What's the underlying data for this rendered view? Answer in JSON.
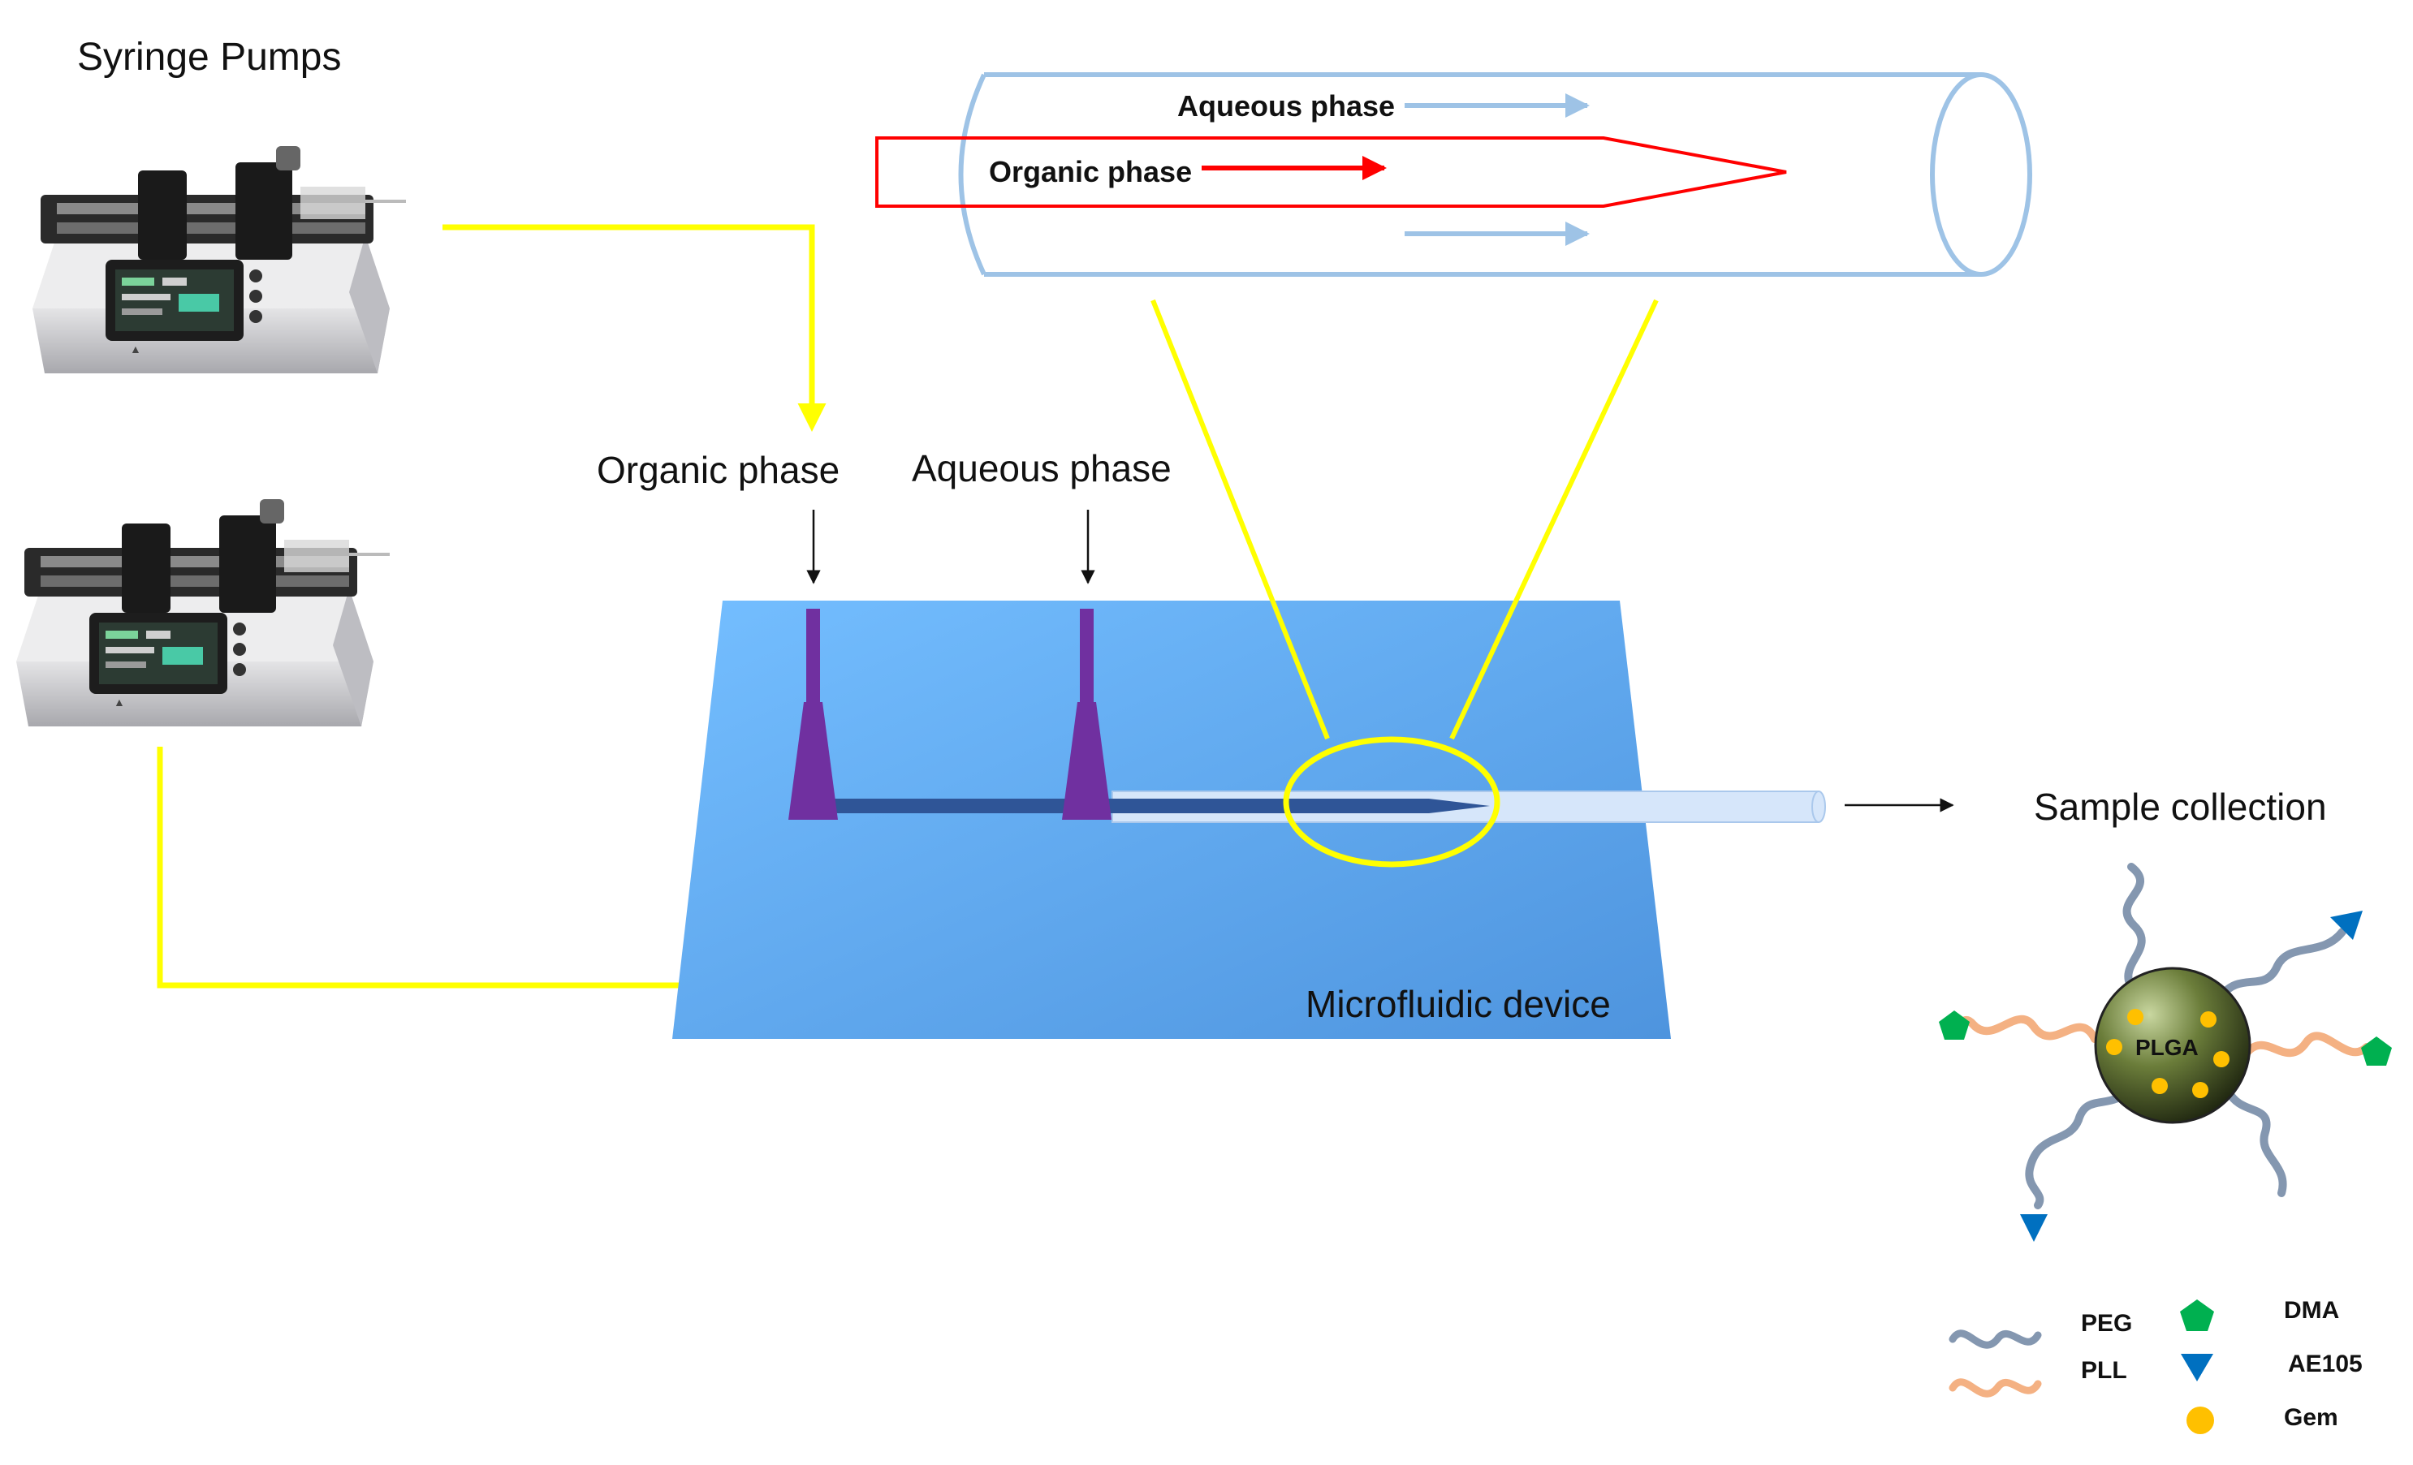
{
  "labels": {
    "syringe_pumps": "Syringe Pumps",
    "organic_phase": "Organic phase",
    "aqueous_phase": "Aqueous  phase",
    "microfluidic_device": "Microfluidic device",
    "sample_collection": "Sample collection",
    "zoom_aqueous": "Aqueous phase",
    "zoom_organic": "Organic phase",
    "particle_core": "PLGA"
  },
  "legend": {
    "peg": "PEG",
    "pll": "PLL",
    "dma": "DMA",
    "ae105": "AE105",
    "gem": "Gem"
  },
  "colors": {
    "yellow_line": "#ffff00",
    "device_blue": "#5fa8ec",
    "inlet_purple": "#7030a0",
    "zoom_tube": "#9ec3e6",
    "organic_red": "#ff0000",
    "peg_gray_blue": "#8497b0",
    "pll_orange": "#f4b183",
    "dma_green": "#00b050",
    "ae105_blue": "#0070c0",
    "gem_yellow": "#ffc000",
    "plga_green": "#6b7d3a"
  },
  "icons": {
    "pump": "syringe-pump-icon",
    "nanoparticle": "nanoparticle-icon"
  }
}
